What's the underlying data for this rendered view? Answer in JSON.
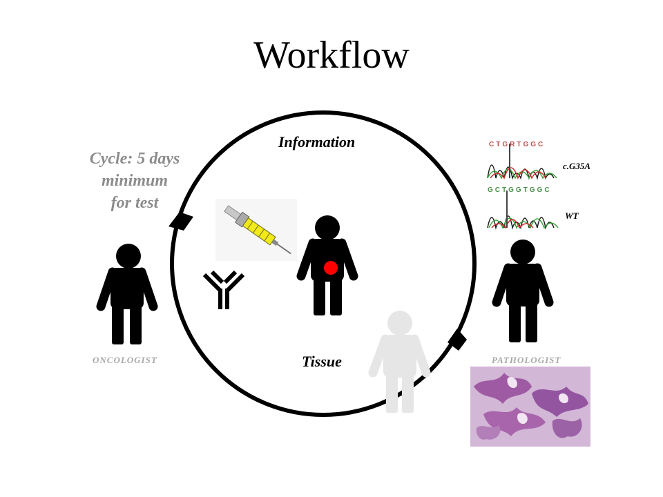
{
  "slide": {
    "title": "Workflow",
    "labels": {
      "information": "Information",
      "tissue": "Tissue",
      "cycle_line1": "Cycle: 5 days",
      "cycle_line2": "minimum",
      "cycle_line3": "for test",
      "oncologist": "ONCOLOGIST",
      "pathologist": "PATHOLOGIST",
      "mutation": "c.G35A",
      "wild_type": "WT"
    },
    "sequence": {
      "mutant_trace": "CTGRTGGC",
      "wild_trace": "GCTGGTGGC"
    },
    "colors": {
      "figure": "#000000",
      "patient_faded": "#e6e6e6",
      "tumor_dot": "#ff0000",
      "syringe_fluid": "#f2ea18",
      "gray_text": "#8c8c8c",
      "histology_pink": "#c98bbf"
    }
  }
}
